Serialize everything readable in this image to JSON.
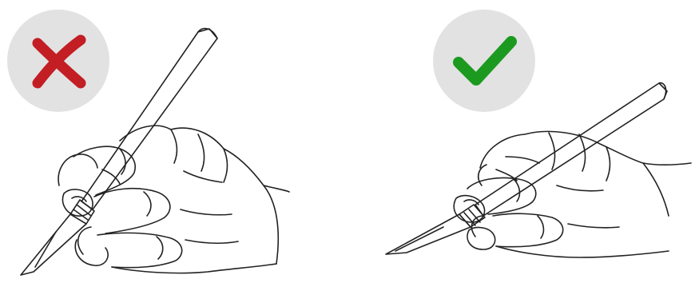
{
  "colors": {
    "badge_bg": "#e2e2e2",
    "incorrect_mark": "#c21e24",
    "correct_mark": "#1b9a1f",
    "line": "#222222",
    "handle_fill": "#ffffff"
  },
  "panels": [
    {
      "id": "incorrect-grip",
      "icon": "cross-icon",
      "verdict": "incorrect"
    },
    {
      "id": "correct-grip",
      "icon": "check-icon",
      "verdict": "correct"
    }
  ]
}
